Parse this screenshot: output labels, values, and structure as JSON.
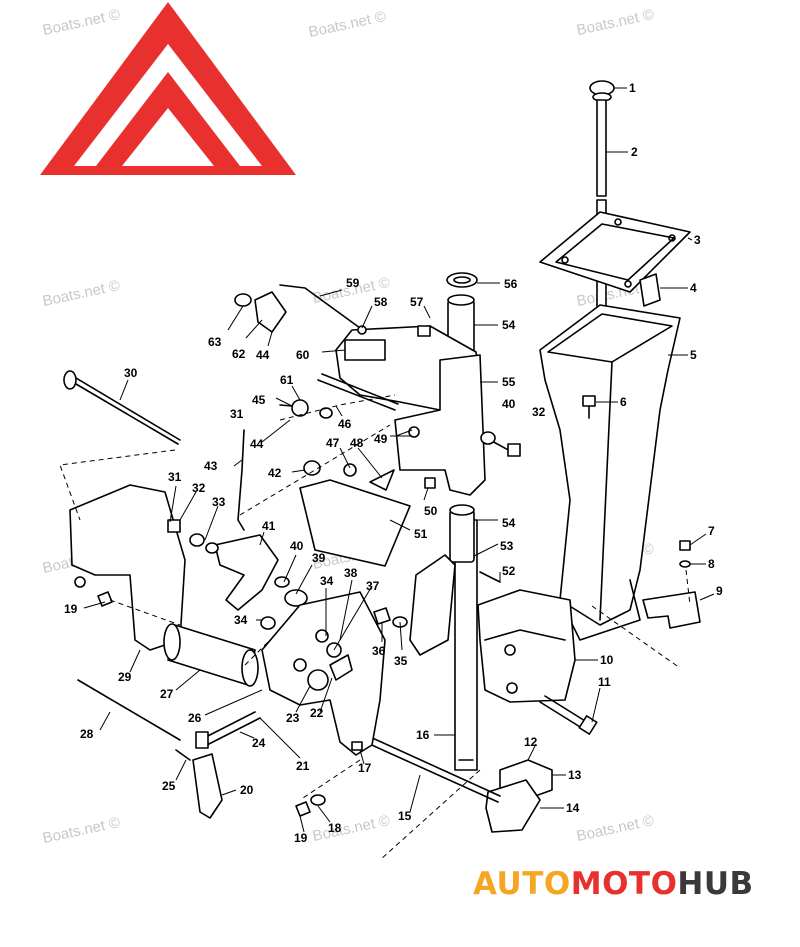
{
  "watermark": "Boats.net ©",
  "callouts": [
    {
      "id": "c1",
      "label": "1"
    },
    {
      "id": "c2",
      "label": "2"
    },
    {
      "id": "c3",
      "label": "3"
    },
    {
      "id": "c4",
      "label": "4"
    },
    {
      "id": "c5",
      "label": "5"
    },
    {
      "id": "c6",
      "label": "6"
    },
    {
      "id": "c7",
      "label": "7"
    },
    {
      "id": "c8",
      "label": "8"
    },
    {
      "id": "c9",
      "label": "9"
    },
    {
      "id": "c10",
      "label": "10"
    },
    {
      "id": "c11",
      "label": "11"
    },
    {
      "id": "c12",
      "label": "12"
    },
    {
      "id": "c13",
      "label": "13"
    },
    {
      "id": "c14",
      "label": "14"
    },
    {
      "id": "c15",
      "label": "15"
    },
    {
      "id": "c16",
      "label": "16"
    },
    {
      "id": "c17",
      "label": "17"
    },
    {
      "id": "c18",
      "label": "18"
    },
    {
      "id": "c19a",
      "label": "19"
    },
    {
      "id": "c19b",
      "label": "19"
    },
    {
      "id": "c20",
      "label": "20"
    },
    {
      "id": "c21",
      "label": "21"
    },
    {
      "id": "c22",
      "label": "22"
    },
    {
      "id": "c23",
      "label": "23"
    },
    {
      "id": "c24",
      "label": "24"
    },
    {
      "id": "c25",
      "label": "25"
    },
    {
      "id": "c26",
      "label": "26"
    },
    {
      "id": "c27",
      "label": "27"
    },
    {
      "id": "c28",
      "label": "28"
    },
    {
      "id": "c29",
      "label": "29"
    },
    {
      "id": "c30",
      "label": "30"
    },
    {
      "id": "c31a",
      "label": "31"
    },
    {
      "id": "c31b",
      "label": "31"
    },
    {
      "id": "c32a",
      "label": "32"
    },
    {
      "id": "c32b",
      "label": "32"
    },
    {
      "id": "c33",
      "label": "33"
    },
    {
      "id": "c34a",
      "label": "34"
    },
    {
      "id": "c34b",
      "label": "34"
    },
    {
      "id": "c35",
      "label": "35"
    },
    {
      "id": "c36",
      "label": "36"
    },
    {
      "id": "c37",
      "label": "37"
    },
    {
      "id": "c38",
      "label": "38"
    },
    {
      "id": "c39",
      "label": "39"
    },
    {
      "id": "c40a",
      "label": "40"
    },
    {
      "id": "c40b",
      "label": "40"
    },
    {
      "id": "c41",
      "label": "41"
    },
    {
      "id": "c42",
      "label": "42"
    },
    {
      "id": "c43",
      "label": "43"
    },
    {
      "id": "c44a",
      "label": "44"
    },
    {
      "id": "c44b",
      "label": "44"
    },
    {
      "id": "c45",
      "label": "45"
    },
    {
      "id": "c46",
      "label": "46"
    },
    {
      "id": "c47",
      "label": "47"
    },
    {
      "id": "c48",
      "label": "48"
    },
    {
      "id": "c49",
      "label": "49"
    },
    {
      "id": "c50",
      "label": "50"
    },
    {
      "id": "c51",
      "label": "51"
    },
    {
      "id": "c52",
      "label": "52"
    },
    {
      "id": "c53",
      "label": "53"
    },
    {
      "id": "c54a",
      "label": "54"
    },
    {
      "id": "c54b",
      "label": "54"
    },
    {
      "id": "c55",
      "label": "55"
    },
    {
      "id": "c56",
      "label": "56"
    },
    {
      "id": "c57",
      "label": "57"
    },
    {
      "id": "c58",
      "label": "58"
    },
    {
      "id": "c59",
      "label": "59"
    },
    {
      "id": "c60",
      "label": "60"
    },
    {
      "id": "c61",
      "label": "61"
    },
    {
      "id": "c62",
      "label": "62"
    },
    {
      "id": "c63",
      "label": "63"
    }
  ],
  "logo": {
    "text_a": "AUTO",
    "text_b": "MOTO",
    "text_c": "HUB",
    "color_orange": "#f5a623",
    "color_red": "#e8302f",
    "color_dark": "#3a3a3a"
  }
}
